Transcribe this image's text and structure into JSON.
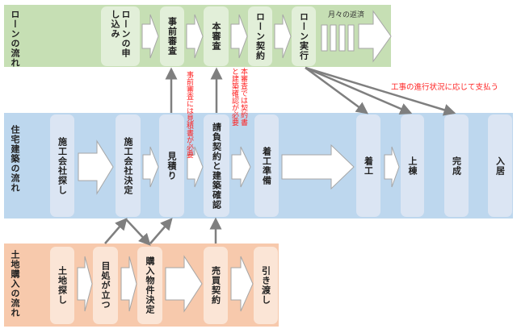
{
  "loan_flow": {
    "label": "ローンの流れ",
    "steps": [
      "ローンの申し込み",
      "事前審査",
      "本審査",
      "ローン契約",
      "ローン実行"
    ],
    "repayment_label": "月々の返済"
  },
  "build_flow": {
    "label": "住宅建築の流れ",
    "steps": [
      "施工会社探し",
      "施工会社決定",
      "見積り",
      "請負契約と建築確認",
      "着工準備",
      "着工",
      "上棟",
      "完成",
      "入居"
    ]
  },
  "land_flow": {
    "label": "土地購入の流れ",
    "steps": [
      "土地探し",
      "目処が立つ",
      "購入物件決定",
      "売買契約",
      "引き渡し"
    ]
  },
  "annotations": {
    "pre_screening_note": "事前審査には見積書が必要",
    "main_screening_note": "本審査では契約書と建築確認が必要",
    "payment_note": "工事の進行状況に応じて支払う"
  },
  "colors": {
    "loan_band": "#c6dfb4",
    "build_band": "#bdd7ee",
    "land_band": "#f7c9ac",
    "annotation": "#ff2222",
    "connector": "#7f7f7f"
  }
}
